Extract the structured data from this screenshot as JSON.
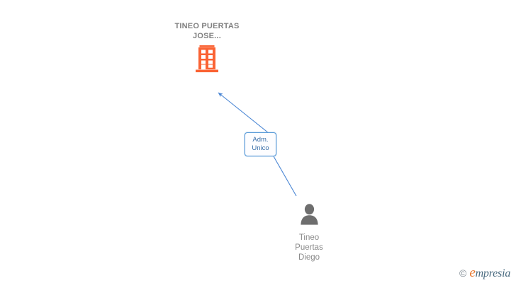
{
  "diagram": {
    "type": "corporate-relationship-graph",
    "background_color": "#ffffff",
    "company": {
      "name": "TINEO PUERTAS JOSE...",
      "icon": "building-icon",
      "icon_color": "#FA6334",
      "label_color": "#808080"
    },
    "person": {
      "name": "Tineo\nPuertas\nDiego",
      "icon": "person-icon",
      "icon_color": "#6E6E6E",
      "label_color": "#8A8A8A"
    },
    "relation": {
      "label": "Adm.\nUnico",
      "border_color": "#5A9BD8",
      "text_color": "#3A6FA8",
      "fill_color": "#FDFDFF"
    },
    "edges": [
      {
        "name": "relation-to-company",
        "from": "relation-box",
        "to": "company-icon",
        "arrow": "end",
        "color": "#4A86D4"
      },
      {
        "name": "person-to-relation",
        "from": "person-icon",
        "to": "relation-box",
        "arrow": "none",
        "color": "#4A86D4"
      }
    ]
  },
  "watermark": {
    "copyright": "©",
    "brand_prefix": "e",
    "brand_rest": "mpresia",
    "accent_color": "#E8762C",
    "text_color": "#4A6B80"
  }
}
